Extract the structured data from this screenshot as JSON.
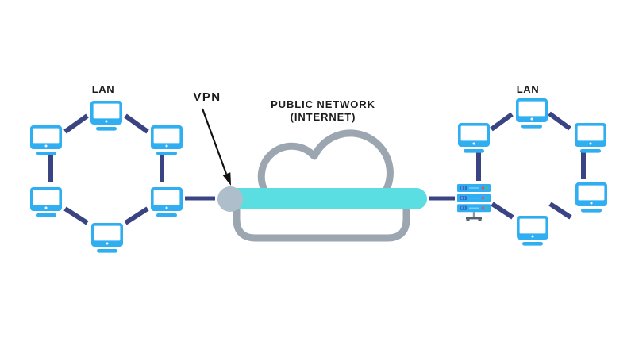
{
  "diagram": {
    "type": "vpn-network-diagram",
    "left_lan": {
      "label": "LAN",
      "node_count": 6,
      "nodes": [
        "computer",
        "computer",
        "computer",
        "computer",
        "computer",
        "computer"
      ],
      "topology": "ring"
    },
    "right_lan": {
      "label": "LAN",
      "node_count": 6,
      "nodes": [
        "computer",
        "computer",
        "computer",
        "computer",
        "computer",
        "server"
      ],
      "topology": "ring"
    },
    "vpn": {
      "label": "VPN",
      "annotation": "arrow pointing to tunnel endpoint"
    },
    "public_network": {
      "label_line1": "PUBLIC NETWORK",
      "label_line2": "(INTERNET)"
    },
    "icons": {
      "computer": "computer-icon",
      "server": "server-rack-icon",
      "cloud": "internet-cloud-icon",
      "tunnel": "vpn-tunnel-tube",
      "tunnel_endpoint": "tunnel-endpoint-cap",
      "arrow": "vpn-pointer-arrow"
    },
    "colors": {
      "computer_blue": "#2FAFF1",
      "link_navy": "#3A4483",
      "tunnel_teal": "#5ADEE2",
      "tunnel_endpoint_gray": "#AEBFCB",
      "cloud_gray": "#9CA6B1",
      "label_text": "#1C1C1E",
      "background": "#FFFFFF",
      "server_grille_blue": "#2B6FC6",
      "server_led_red": "#E0506E",
      "server_led_green": "#47C26E"
    }
  }
}
